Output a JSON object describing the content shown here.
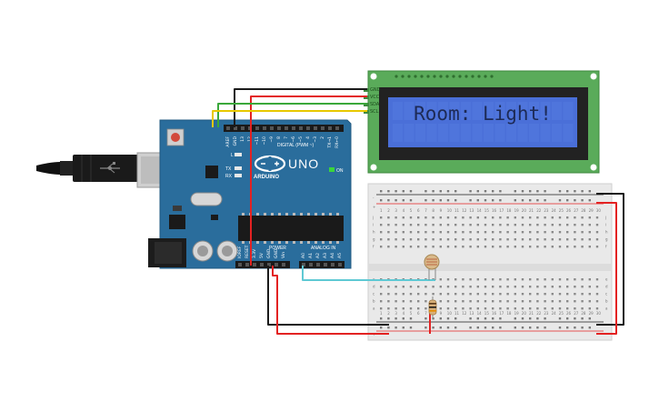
{
  "lcd": {
    "text": "Room: Light!",
    "pins": [
      "GND",
      "VCC",
      "SDA",
      "SCL"
    ]
  },
  "arduino": {
    "brand": "ARDUINO",
    "model": "UNO",
    "on_label": "ON",
    "digital_label": "DIGITAL (PWM ~)",
    "power_label": "POWER",
    "analog_label": "ANALOG IN",
    "tx_label": "TX",
    "rx_label": "RX",
    "l_label": "L",
    "top_pins": [
      "AREF",
      "GND",
      "13",
      "12",
      "~11",
      "~10",
      "~9",
      "8",
      "7",
      "~6",
      "~5",
      "4",
      "~3",
      "2",
      "TX→1",
      "RX←0"
    ],
    "power_pins": [
      "IOREF",
      "RESET",
      "3.3V",
      "5V",
      "GND",
      "GND",
      "Vin"
    ],
    "analog_pins": [
      "A0",
      "A1",
      "A2",
      "A3",
      "A4",
      "A5"
    ]
  },
  "breadboard": {
    "row_letters_top": [
      "j",
      "i",
      "h",
      "g",
      "f"
    ],
    "row_letters_bottom": [
      "e",
      "d",
      "c",
      "b",
      "a"
    ],
    "plus": "+",
    "minus": "-"
  },
  "colors": {
    "wire_black": "#1a1a1a",
    "wire_red": "#e32222",
    "wire_yellow": "#e8c800",
    "wire_green": "#3aa83a",
    "wire_cyan": "#5fc9d4",
    "board_blue": "#2a6d9c",
    "lcd_green": "#5aab5a",
    "lcd_screen": "#4a6fd8"
  }
}
